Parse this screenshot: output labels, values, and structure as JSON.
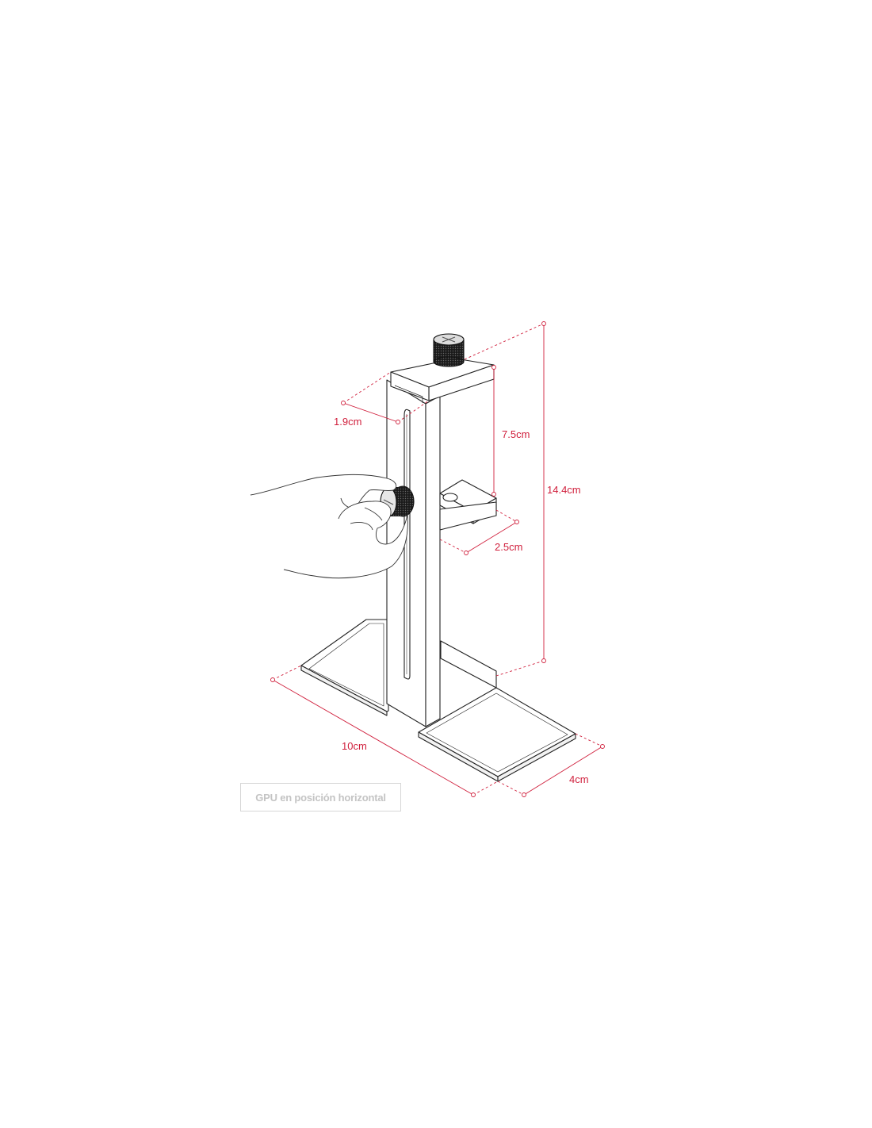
{
  "colors": {
    "dimension": "#d01f3c",
    "outline": "#222222",
    "caption_text": "#c4c4c4",
    "caption_border": "#d6d6d6"
  },
  "dimensions": {
    "depth": "1.9cm",
    "clamp_height": "7.5cm",
    "total_height": "14.4cm",
    "arm_width": "2.5cm",
    "base_length": "10cm",
    "base_width": "4cm"
  },
  "caption": "GPU en posición horizontal",
  "icons": {
    "top_knob": "knurled-thumb-screw-icon",
    "side_knob": "knurled-thumb-screw-icon",
    "hand": "hand-illustration"
  }
}
